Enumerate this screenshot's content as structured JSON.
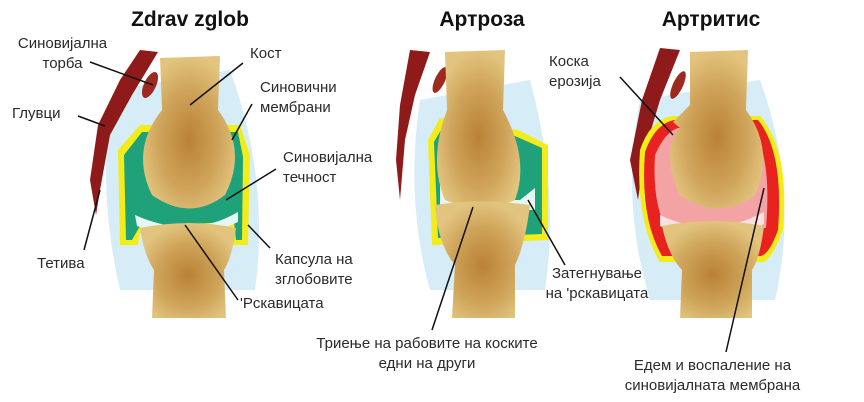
{
  "titles": {
    "healthy": "Zdrav zglob",
    "arthrosis": "Артроза",
    "arthritis": "Артритис"
  },
  "healthy_labels": {
    "bursa": [
      "Синовијална",
      "торба"
    ],
    "bone": "Кост",
    "membrane": [
      "Синовични",
      "мембрани"
    ],
    "ligaments": "Глувци",
    "fluid": [
      "Синовијална",
      "течност"
    ],
    "tendon": "Тетива",
    "capsule": [
      "Капсула на",
      "зглобовите"
    ],
    "cartilage": "'Рскавицата"
  },
  "arthrosis_labels": {
    "cartilage_thinning": [
      "Затегнување",
      "на 'рскавицата"
    ],
    "bone_friction": [
      "Триење на рабовите на коските",
      "едни на други"
    ]
  },
  "arthritis_labels": {
    "bone_erosion": [
      "Коска",
      "ерозија"
    ],
    "inflammation": [
      "Едем и воспаление на",
      "синовијалната мембрана"
    ]
  },
  "colors": {
    "bone": "#d9b56a",
    "bone_dark": "#b07a2a",
    "fluid": "#1fa27a",
    "membrane": "#f2ec1a",
    "capsule": "#d6ecf7",
    "tendon": "#8e1a1a",
    "inflamed": "#e8231f",
    "inflamed_fluid": "#f4a3a5"
  }
}
